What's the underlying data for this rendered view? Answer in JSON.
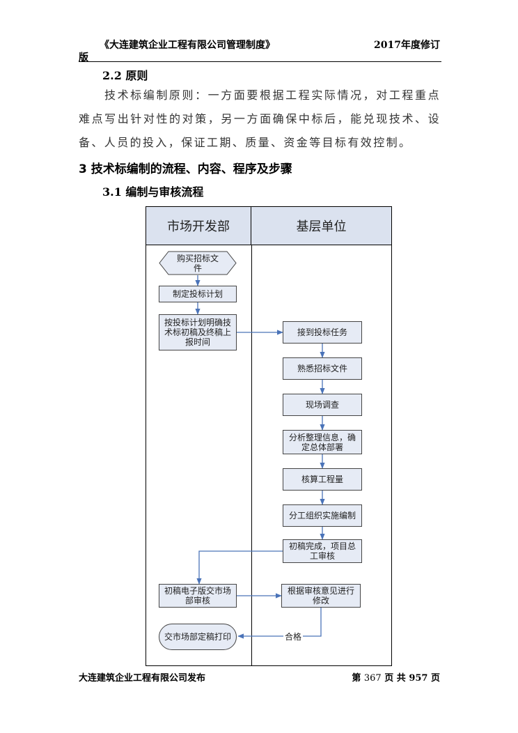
{
  "header": {
    "title": "《大连建筑企业工程有限公司管理制度》",
    "revision_prefix": "2017",
    "revision_suffix": "年度修订",
    "revision_wrap": "版"
  },
  "section_2_2": {
    "heading": "2.2 原则",
    "paragraph": "技术标编制原则：一方面要根据工程实际情况，对工程重点难点写出针对性的对策，另一方面确保中标后，能兑现技术、设备、人员的投入，保证工期、质量、资金等目标有效控制。"
  },
  "section_3": {
    "heading": "3 技术标编制的流程、内容、程序及步骤"
  },
  "section_3_1": {
    "heading": "3.1 编制与审核流程"
  },
  "flowchart": {
    "lanes": [
      "市场开发部",
      "基层单位"
    ],
    "nodes": {
      "buy": "购买招标文件",
      "plan": "制定投标计划",
      "schedule": "按投标计划明确技术标初稿及终稿上报时间",
      "receive": "接到投标任务",
      "familiar": "熟悉招标文件",
      "survey": "现场调查",
      "analyze": "分析整理信息，确定总体部署",
      "quantity": "核算工程量",
      "divide": "分工组织实施编制",
      "draft": "初稿完成，项目总工审核",
      "submit": "初稿电子版交市场部审核",
      "revise": "根据审核意见进行修改",
      "final": "交市场部定稿打印"
    },
    "edge_label": "合格"
  },
  "footer": {
    "publisher": "大连建筑企业工程有限公司发布",
    "page_prefix": "第",
    "page_current": "367",
    "page_mid": "页  共",
    "page_total": "957",
    "page_suffix": "页"
  }
}
